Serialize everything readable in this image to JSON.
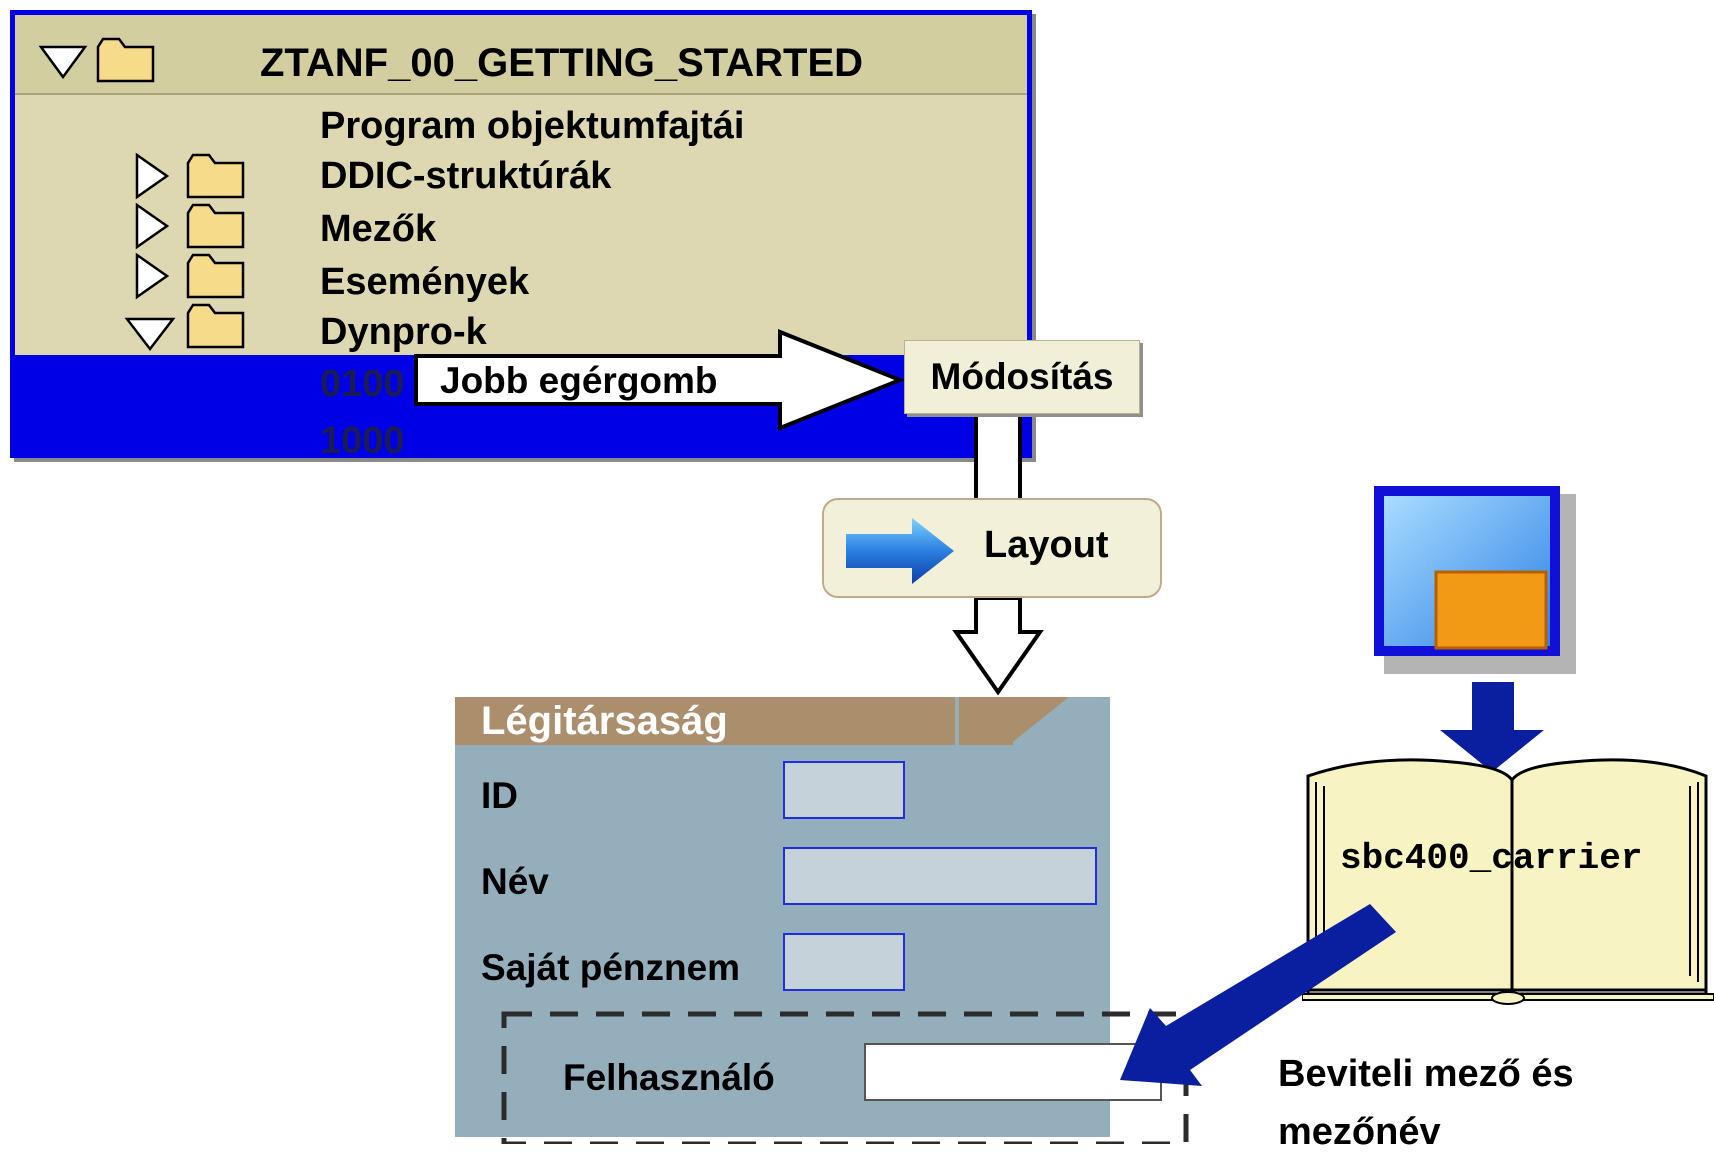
{
  "tree": {
    "title": "ZTANF_00_GETTING_STARTED",
    "items": [
      {
        "label": "Program objektumfajtái"
      },
      {
        "label": "DDIC-struktúrák"
      },
      {
        "label": "Mezők"
      },
      {
        "label": "Események"
      },
      {
        "label": "Dynpro-k"
      }
    ],
    "dynpros": [
      "0100",
      "1000"
    ]
  },
  "context_action": {
    "hint": "Jobb egérgomb",
    "menu_item": "Módosítás"
  },
  "layout_button": {
    "label": "Layout"
  },
  "screen": {
    "title": "Légitársaság",
    "fields": [
      {
        "label": "ID"
      },
      {
        "label": "Név"
      },
      {
        "label": "Saját pénznem"
      }
    ],
    "new_field": {
      "label": "Felhasználó",
      "value": ""
    }
  },
  "dictionary": {
    "structure": "sbc400_carrier"
  },
  "caption": "Beviteli mező és mezőnév",
  "colors": {
    "selection": "#0000e6",
    "tree_background": "#ddd8b2",
    "screen_background": "#95aebb",
    "screen_title_bar": "#ab8f6c",
    "arrow_blue": "#0a1ea0"
  }
}
